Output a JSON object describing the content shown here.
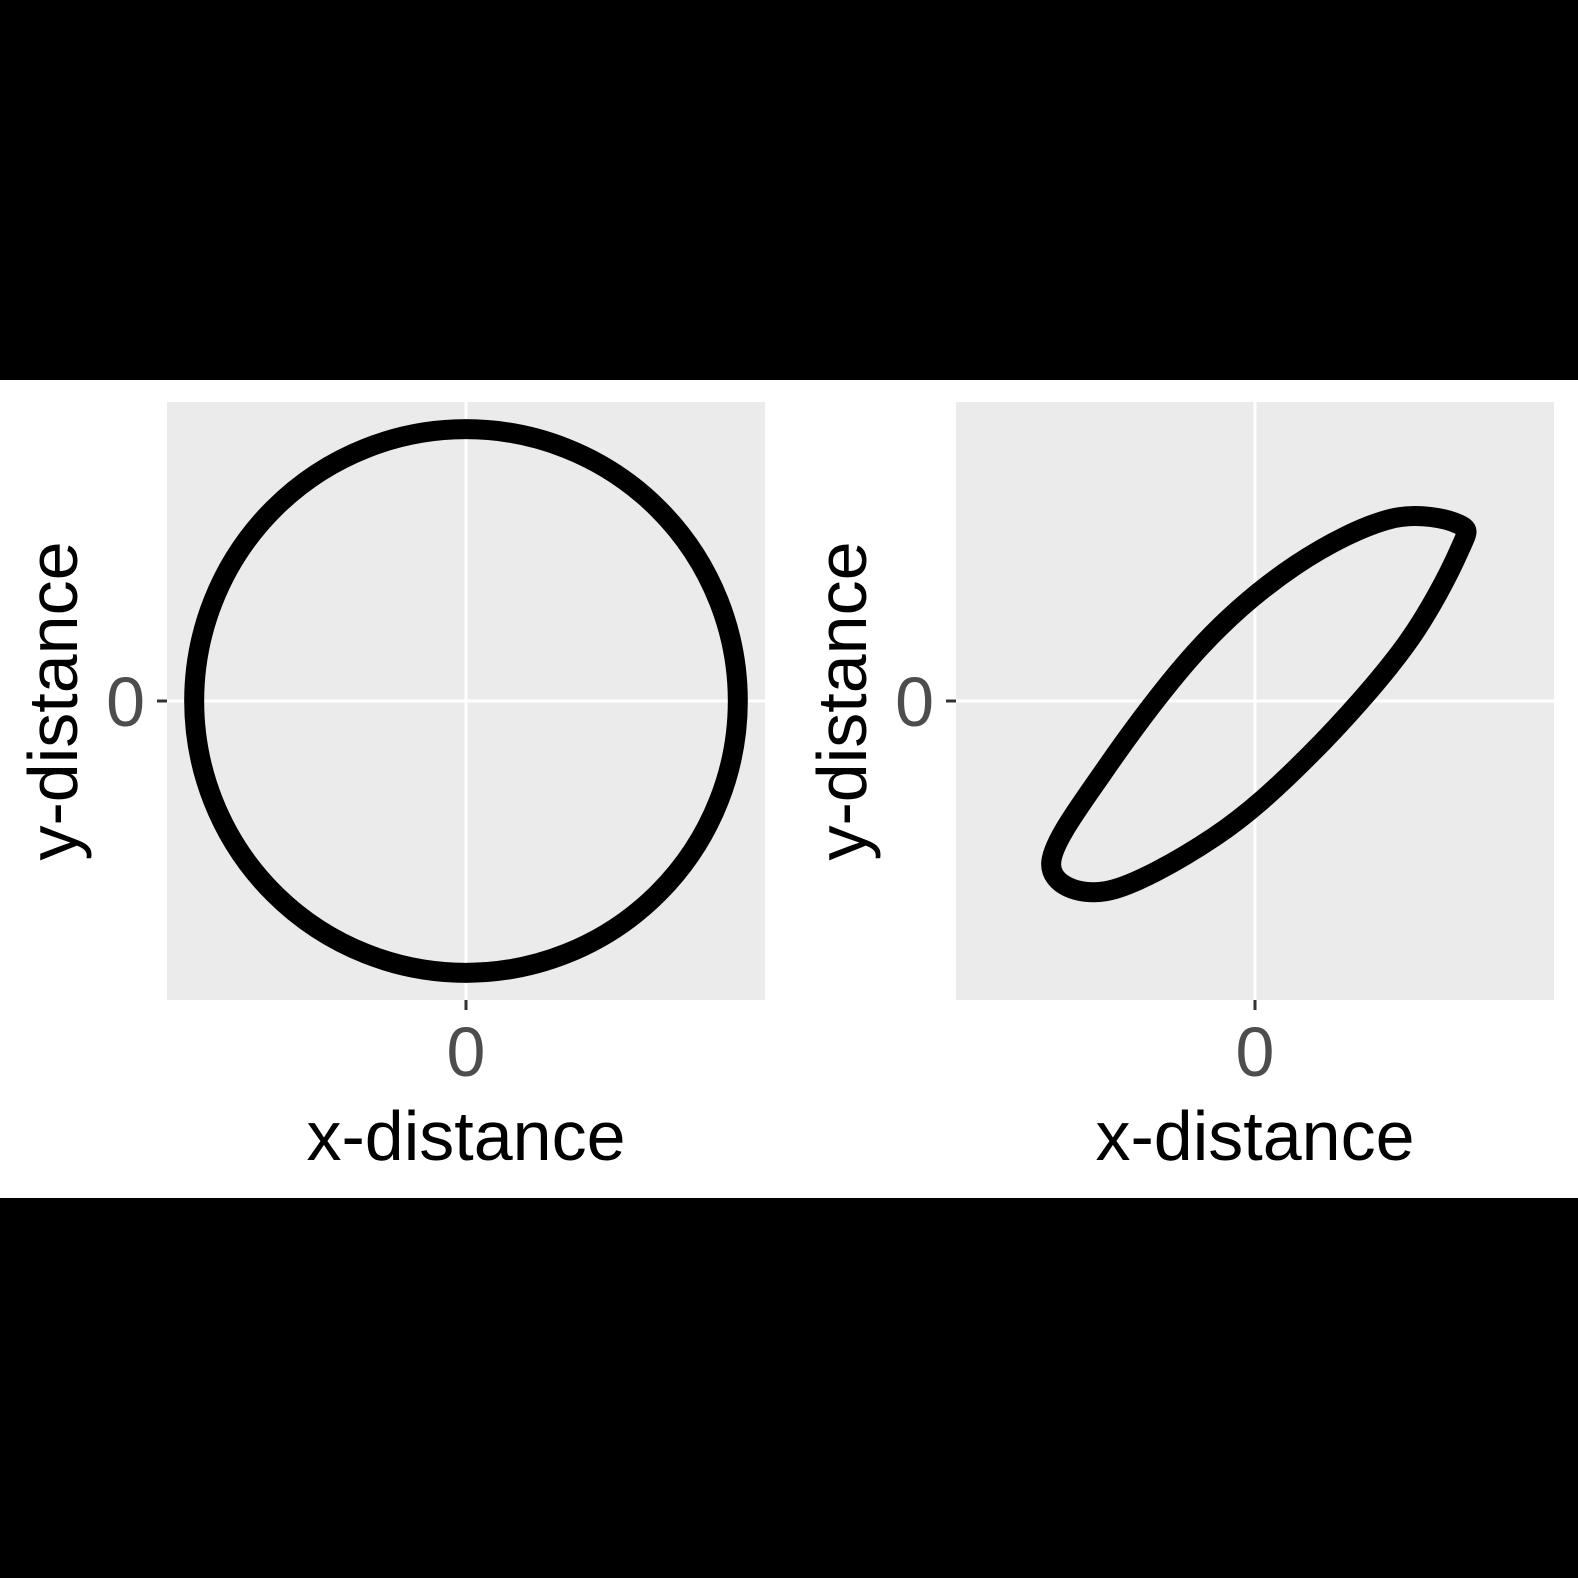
{
  "chart_data": [
    {
      "type": "line",
      "shape": "circle",
      "xlabel": "x-distance",
      "ylabel": "y-distance",
      "x_ticks": [
        "0"
      ],
      "y_ticks": [
        "0"
      ],
      "xlim": [
        -1.1,
        1.1
      ],
      "ylim": [
        -1.1,
        1.1
      ],
      "grid": true,
      "panel_background": "#ebebeb",
      "line_color": "#000000",
      "series": [
        {
          "values": [
            [
              1.0,
              0.0
            ],
            [
              0.866,
              0.5
            ],
            [
              0.5,
              0.866
            ],
            [
              0.0,
              1.0
            ],
            [
              -0.5,
              0.866
            ],
            [
              -0.866,
              0.5
            ],
            [
              -1.0,
              0.0
            ],
            [
              -0.866,
              -0.5
            ],
            [
              -0.5,
              -0.866
            ],
            [
              0.0,
              -1.0
            ],
            [
              0.5,
              -0.866
            ],
            [
              0.866,
              -0.5
            ]
          ]
        }
      ]
    },
    {
      "type": "line",
      "shape": "tilted ellipse",
      "xlabel": "x-distance",
      "ylabel": "y-distance",
      "x_ticks": [
        "0"
      ],
      "y_ticks": [
        "0"
      ],
      "xlim": [
        -1.1,
        1.1
      ],
      "ylim": [
        -1.1,
        1.1
      ],
      "grid": true,
      "panel_background": "#ebebeb",
      "line_color": "#000000",
      "series": [
        {
          "values": [
            [
              0.75,
              0.65
            ],
            [
              0.5,
              0.67
            ],
            [
              0.15,
              0.5
            ],
            [
              -0.2,
              0.2
            ],
            [
              -0.55,
              -0.25
            ],
            [
              -0.75,
              -0.6
            ],
            [
              -0.55,
              -0.7
            ],
            [
              -0.15,
              -0.5
            ],
            [
              0.2,
              -0.2
            ],
            [
              0.55,
              0.2
            ],
            [
              0.75,
              0.55
            ]
          ]
        }
      ]
    }
  ]
}
